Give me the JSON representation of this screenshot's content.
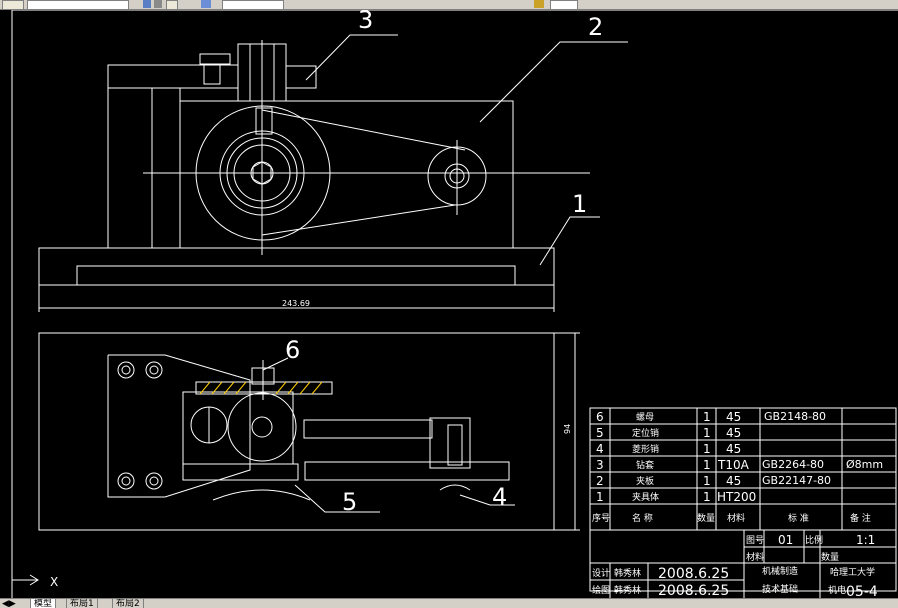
{
  "colors": {
    "background": "#000000",
    "lines": "#ffffff",
    "toolbar": "#d4d0c8",
    "dark_blue": "#000080",
    "yellow": "#ffcc00"
  },
  "toolbar": {
    "icons": [
      "toolbar-button-1",
      "toolbar-button-2",
      "toolbar-button-3",
      "toolbar-button-4",
      "toolbar-button-5",
      "toolbar-button-6",
      "toolbar-button-7",
      "toolbar-button-8",
      "toolbar-button-9"
    ]
  },
  "drawing": {
    "balloons": {
      "b1": "1",
      "b2": "2",
      "b3": "3",
      "b4": "4",
      "b5": "5",
      "b6": "6"
    },
    "dim_width": "243.69",
    "dim_height": "94",
    "ucs_x": "X"
  },
  "bom": {
    "rows": [
      {
        "no": "6",
        "name": "螺母",
        "qty": "1",
        "material": "45",
        "standard": "GB2148-80",
        "note": ""
      },
      {
        "no": "5",
        "name": "定位销",
        "qty": "1",
        "material": "45",
        "standard": "",
        "note": ""
      },
      {
        "no": "4",
        "name": "菱形销",
        "qty": "1",
        "material": "45",
        "standard": "",
        "note": ""
      },
      {
        "no": "3",
        "name": "钻套",
        "qty": "1",
        "material": "T10A",
        "standard": "GB2264-80",
        "note": "Ø8mm"
      },
      {
        "no": "2",
        "name": "夹板",
        "qty": "1",
        "material": "45",
        "standard": "GB22147-80",
        "note": ""
      },
      {
        "no": "1",
        "name": "夹具体",
        "qty": "1",
        "material": "HT200",
        "standard": "",
        "note": ""
      }
    ],
    "header": {
      "no": "序号",
      "name": "名 称",
      "qty": "数量",
      "material": "材料",
      "standard": "标 准",
      "note": "备 注"
    }
  },
  "title_block": {
    "drawing_no_label": "图号",
    "drawing_no": "01",
    "scale_label": "比例",
    "scale": "1:1",
    "material_label": "材料",
    "quantity_label": "数量",
    "design_label": "设计",
    "designer": "韩秀林",
    "design_date": "2008.6.25",
    "draw_label": "绘图",
    "drafter": "韩秀林",
    "draw_date": "2008.6.25",
    "course": "机械制造",
    "course2": "技术基础",
    "school": "哈理工大学",
    "code_prefix": "机电",
    "code": "05-4"
  },
  "tabs": {
    "model": "模型",
    "layout1": "布局1",
    "layout2": "布局2"
  }
}
